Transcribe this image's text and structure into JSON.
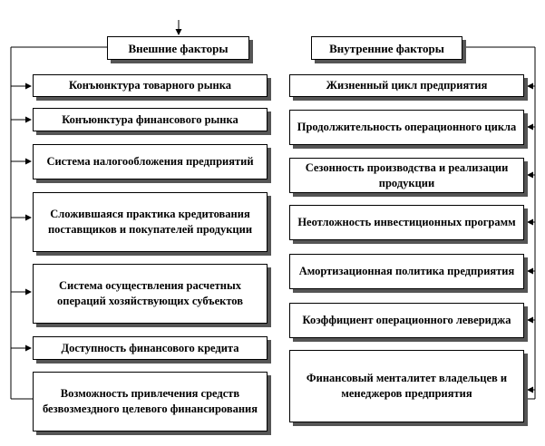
{
  "external": {
    "title": "Внешние факторы",
    "items": [
      "Конъюнктура товарного рынка",
      "Конъюнктура финансового рынка",
      "Система налогообложения предприятий",
      "Сложившаяся практика кредитования поставщиков и покупателей продукции",
      "Система осуществления расчетных операций хозяйствующих субъектов",
      "Доступность финансового кредита",
      "Возможность привлечения средств безвозмездного целевого финансирования"
    ]
  },
  "internal": {
    "title": "Внутренние факторы",
    "items": [
      "Жизненный цикл предприятия",
      "Продолжительность операционного цикла",
      "Сезонность производства и реализации продукции",
      "Неотложность инвестиционных программ",
      "Амортизационная политика предприятия",
      "Коэффициент операционного левериджа",
      "Финансовый менталитет владельцев и менеджеров предприятия"
    ]
  }
}
